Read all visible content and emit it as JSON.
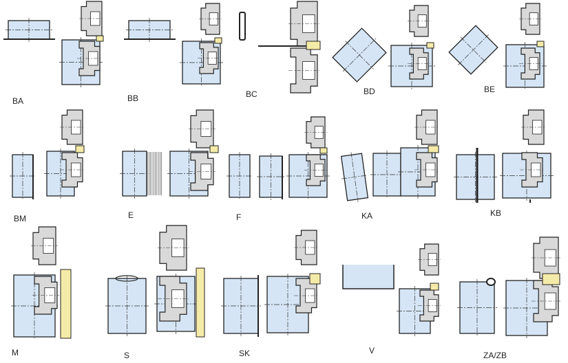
{
  "diagram": {
    "panels": [
      {
        "label": "BA"
      },
      {
        "label": "BB"
      },
      {
        "label": "BC"
      },
      {
        "label": "BD"
      },
      {
        "label": "BE"
      },
      {
        "label": "BM"
      },
      {
        "label": "E"
      },
      {
        "label": "F"
      },
      {
        "label": "KA"
      },
      {
        "label": "KB"
      },
      {
        "label": "M"
      },
      {
        "label": "S"
      },
      {
        "label": "SK"
      },
      {
        "label": "V"
      },
      {
        "label": "ZA/ZB"
      }
    ],
    "colors": {
      "workpiece": "#d5e5f5",
      "roll": "#d9d9d9",
      "tool": "#f5eba8",
      "outline": "#222222"
    }
  }
}
